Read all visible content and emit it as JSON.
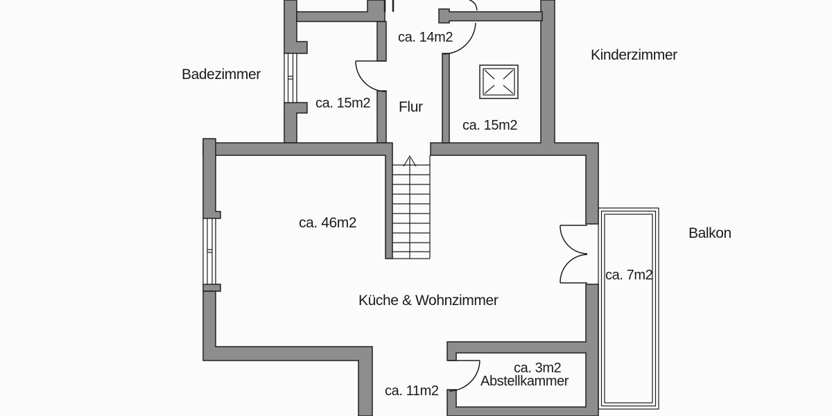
{
  "plan_type": "apartment-floor-plan",
  "language": "de",
  "colors": {
    "wall_fill": "#8d8d8d",
    "wall_outline": "#1f1f1f",
    "line": "#1c1c1c",
    "bg": "#fbfbfb",
    "text": "#1a1a1a"
  },
  "rooms": {
    "badezimmer": {
      "name": "Badezimmer",
      "area": "ca. 15m2"
    },
    "flur": {
      "name": "Flur",
      "area_upper_room": "ca. 14m2"
    },
    "kinderzimmer": {
      "name": "Kinderzimmer",
      "area": "ca. 15m2"
    },
    "wohnbereich": {
      "name": "Küche & Wohnzimmer",
      "area": "ca. 46m2"
    },
    "balkon": {
      "name": "Balkon",
      "area": "ca. 7m2"
    },
    "abstellkammer": {
      "name": "Abstellkammer",
      "area": "ca. 3m2"
    },
    "flur_unten": {
      "area": "ca. 11m2"
    }
  }
}
